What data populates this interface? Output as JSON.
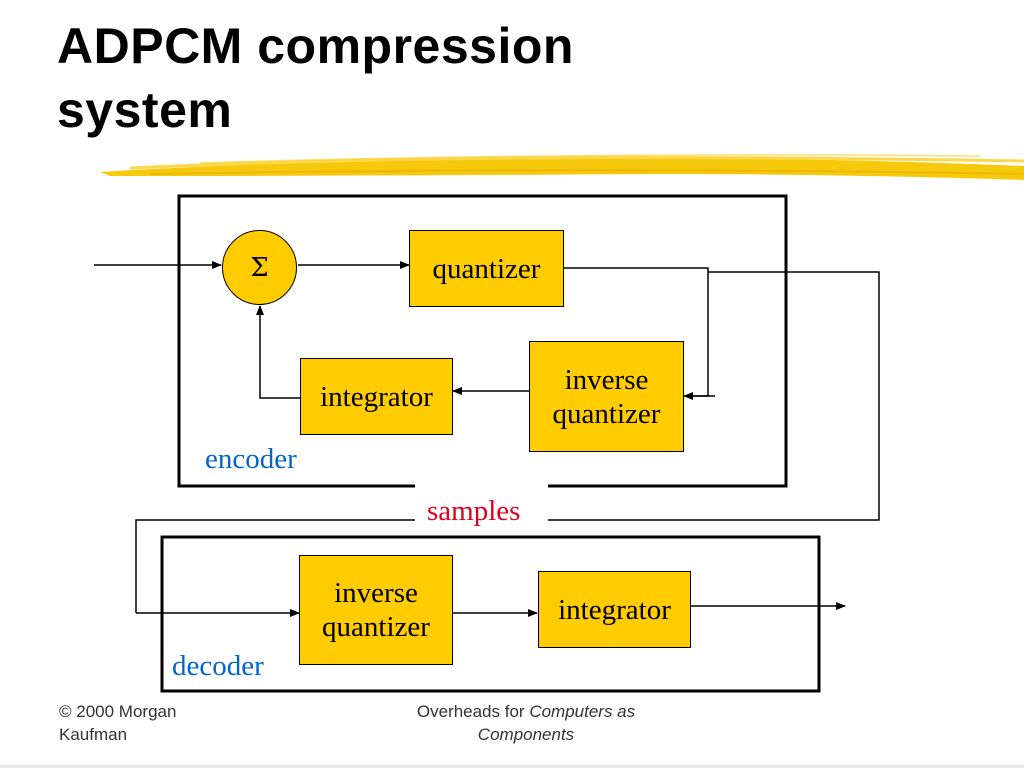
{
  "slide": {
    "title_line1": "ADPCM compression",
    "title_line2": "system",
    "accent_color": "#f5c400",
    "block_color": "#ffcc00"
  },
  "encoder": {
    "label": "encoder",
    "sum_symbol": "Σ",
    "quantizer": "quantizer",
    "inverse_quantizer_line1": "inverse",
    "inverse_quantizer_line2": "quantizer",
    "integrator": "integrator"
  },
  "channel": {
    "label": "samples"
  },
  "decoder": {
    "label": "decoder",
    "inverse_quantizer_line1": "inverse",
    "inverse_quantizer_line2": "quantizer",
    "integrator": "integrator"
  },
  "footer": {
    "copyright_line1": "© 2000 Morgan",
    "copyright_line2": "Kaufman",
    "overheads_prefix": "Overheads for ",
    "book_title_part1": "Computers as",
    "book_title_part2": "Components"
  }
}
